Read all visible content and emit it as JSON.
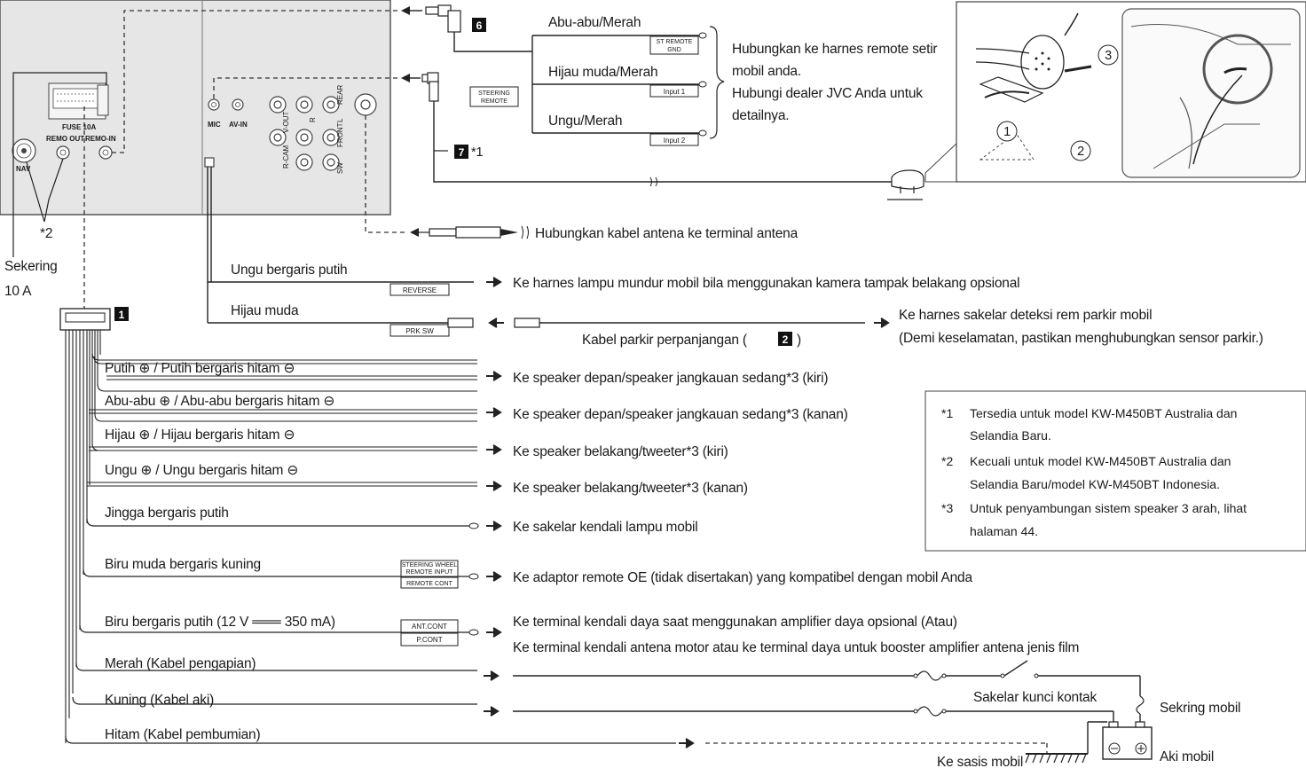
{
  "badges": {
    "b6": "6",
    "b7": "7",
    "b1": "1",
    "b2": "2"
  },
  "top": {
    "abu_merah": "Abu-abu/Merah",
    "hijau_merah": "Hijau muda/Merah",
    "ungu_merah": "Ungu/Merah",
    "st_remote_gnd_1": "ST REMOTE",
    "st_remote_gnd_2": "GND",
    "input1": "Input 1",
    "input2": "Input 2",
    "steering_1": "STEERING",
    "steering_2": "REMOTE",
    "remote_line1": "Hubungkan ke harnes remote setir",
    "remote_line2": "mobil anda.",
    "remote_line3": "Hubungi dealer JVC Anda untuk",
    "remote_line4": "detailnya.",
    "star1_label": "*1"
  },
  "panel": {
    "fuse": "FUSE 10A",
    "remo_out": "REMO OUT",
    "remo_in": "REMO-IN",
    "nav": "NAV",
    "mic": "MIC",
    "av_in": "AV-IN",
    "v_out": "V-OUT",
    "r_cam": "R-CAM",
    "r": "R",
    "l": "L",
    "rear": "REAR",
    "front": "FRONT",
    "sw": "SW",
    "star2": "*2",
    "sekering": "Sekering",
    "sekering_value": "10 A"
  },
  "callouts": {
    "c1": "1",
    "c2": "2",
    "c3": "3"
  },
  "antenna": "Hubungkan kabel antena ke terminal antena",
  "wires": [
    {
      "label": "Ungu bergaris putih",
      "tag": "REVERSE",
      "dest": "Ke harnes lampu mundur mobil bila menggunakan kamera tampak belakang opsional"
    },
    {
      "label": "Hijau muda",
      "tag": "PRK SW",
      "dest": "Ke harnes sakelar deteksi rem parkir mobil",
      "dest2": "(Demi keselamatan, pastikan menghubungkan sensor parkir.)",
      "ext_label": "Kabel parkir perpanjangan (",
      "ext_close": ")"
    },
    {
      "label": "Putih ⊕ / Putih bergaris hitam ⊖",
      "dest": "Ke speaker depan/speaker jangkauan sedang*3 (kiri)"
    },
    {
      "label": "Abu-abu ⊕ / Abu-abu bergaris hitam ⊖",
      "dest": "Ke speaker depan/speaker jangkauan sedang*3 (kanan)"
    },
    {
      "label": "Hijau ⊕ / Hijau bergaris hitam ⊖",
      "dest": "Ke speaker belakang/tweeter*3 (kiri)"
    },
    {
      "label": "Ungu ⊕ / Ungu bergaris hitam ⊖",
      "dest": "Ke speaker belakang/tweeter*3 (kanan)"
    },
    {
      "label": "Jingga bergaris putih",
      "dest": "Ke sakelar kendali lampu mobil"
    },
    {
      "label": "Biru muda bergaris kuning",
      "tag1": "STEERING WHEEL",
      "tag2": "REMOTE INPUT",
      "tag3": "REMOTE CONT",
      "dest": "Ke adaptor remote OE (tidak disertakan) yang kompatibel dengan mobil Anda"
    },
    {
      "label": "Biru bergaris putih (12 V ═══ 350 mA)",
      "tag1": "ANT.CONT",
      "tag2": "P.CONT",
      "dest": "Ke terminal kendali daya saat menggunakan amplifier daya opsional (Atau)",
      "dest2": "Ke terminal kendali antena motor atau ke terminal daya untuk booster amplifier antena jenis film"
    },
    {
      "label": "Merah (Kabel pengapian)"
    },
    {
      "label": "Kuning (Kabel aki)"
    },
    {
      "label": "Hitam (Kabel pembumian)"
    }
  ],
  "power": {
    "ignition_switch": "Sakelar kunci kontak",
    "car_fuse": "Sekring mobil",
    "battery": "Aki mobil",
    "chassis": "Ke sasis mobil"
  },
  "notes": [
    {
      "mark": "*1",
      "line1": "Tersedia untuk model KW-M450BT Australia dan",
      "line2": "Selandia Baru."
    },
    {
      "mark": "*2",
      "line1": "Kecuali untuk model KW-M450BT Australia dan",
      "line2": "Selandia Baru/model KW-M450BT Indonesia."
    },
    {
      "mark": "*3",
      "line1": "Untuk penyambungan sistem speaker 3 arah, lihat",
      "line2": "halaman 44."
    }
  ]
}
